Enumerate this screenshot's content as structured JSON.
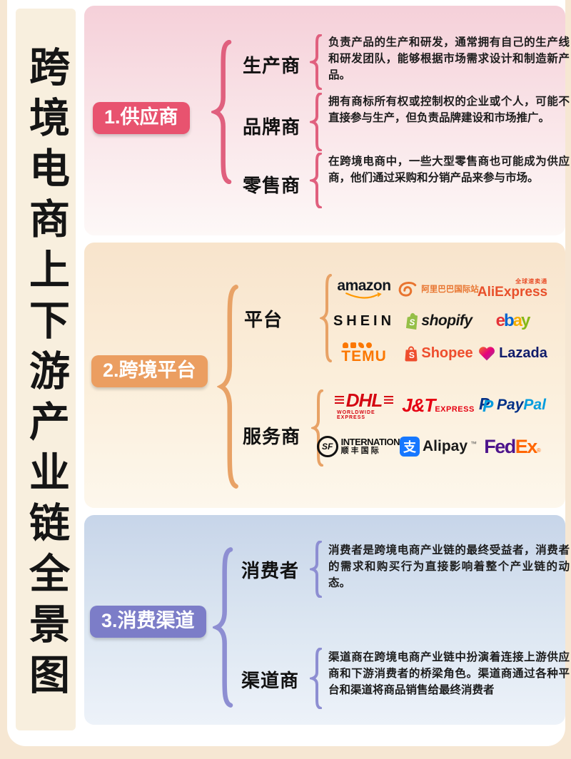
{
  "page": {
    "title": "跨境电商上下游产业链全景图"
  },
  "colors": {
    "section1_accent": "#e8536f",
    "section2_accent": "#eb9e61",
    "section3_accent": "#7c7dc8"
  },
  "sections": [
    {
      "badge": "1.供应商",
      "items": [
        {
          "label": "生产商",
          "desc": "负责产品的生产和研发，通常拥有自己的生产线和研发团队，能够根据市场需求设计和制造新产品。"
        },
        {
          "label": "品牌商",
          "desc": "拥有商标所有权或控制权的企业或个人，可能不直接参与生产，但负责品牌建设和市场推广。"
        },
        {
          "label": "零售商",
          "desc": "在跨境电商中，一些大型零售商也可能成为供应商，他们通过采购和分销产品来参与市场。"
        }
      ]
    },
    {
      "badge": "2.跨境平台",
      "groups": [
        {
          "label": "平台",
          "logos": [
            "amazon",
            "阿里巴巴国际站",
            "AliExpress",
            "SHEIN",
            "shopify",
            "ebay",
            "TEMU",
            "Shopee",
            "Lazada"
          ]
        },
        {
          "label": "服务商",
          "logos": [
            "DHL WORLDWIDE EXPRESS",
            "J&T EXPRESS",
            "PayPal",
            "SF INTERNATIONAL 顺丰国际",
            "Alipay",
            "FedEx"
          ]
        }
      ]
    },
    {
      "badge": "3.消费渠道",
      "items": [
        {
          "label": "消费者",
          "desc": "消费者是跨境电商产业链的最终受益者，消费者的需求和购买行为直接影响着整个产业链的动态。"
        },
        {
          "label": "渠道商",
          "desc": "渠道商在跨境电商产业链中扮演着连接上游供应商和下游消费者的桥梁角色。渠道商通过各种平台和渠道将商品销售给最终消费者"
        }
      ]
    }
  ],
  "brands": {
    "amazon": "amazon",
    "alibaba": "阿里巴巴国际站",
    "aliexpress_tag": "全球速卖通",
    "aliexpress": "AliExpress",
    "shein": "SHEIN",
    "shopify": "shopify",
    "ebay": [
      "e",
      "b",
      "a",
      "y"
    ],
    "temu": "TEMU",
    "shopee": "Shopee",
    "shopee_s": "S",
    "shopify_s": "S",
    "lazada": "Lazada",
    "dhl": "DHL",
    "dhl_sub": "WORLDWIDE EXPRESS",
    "jt": "J&T",
    "jt_sub": "EXPRESS",
    "paypal_p": "P",
    "paypal_pay": "Pay",
    "paypal_pal": "Pal",
    "sf": "SF",
    "sf_intl": "INTERNATIONAL",
    "sf_cn": "顺丰国际",
    "alipay_glyph": "支",
    "alipay": "Alipay",
    "alipay_tm": "™",
    "fedex_fed": "Fed",
    "fedex_ex": "Ex",
    "fedex_r": "®"
  }
}
